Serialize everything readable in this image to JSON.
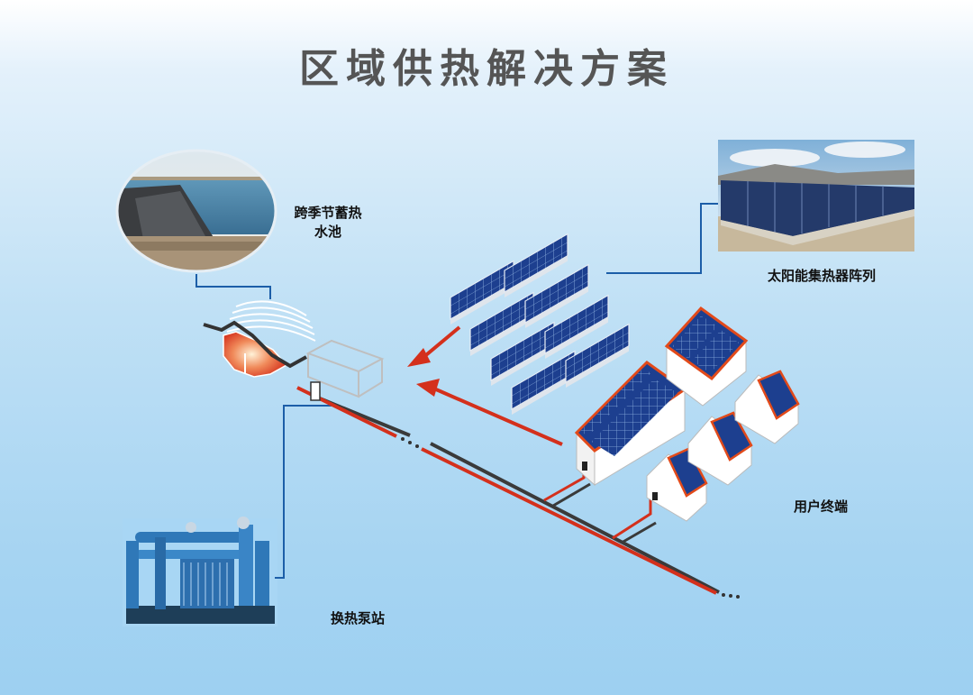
{
  "title": "区域供热解决方案",
  "labels": {
    "storage_pool_line1": "跨季节蓄热",
    "storage_pool_line2": "水池",
    "solar_array": "太阳能集热器阵列",
    "end_users": "用户终端",
    "heat_exchange_station": "换热泵站"
  },
  "colors": {
    "hot_pipe": "#d4301c",
    "cold_pipe": "#3a3a3a",
    "leader_line": "#1c5ea8",
    "panel": "#1d3f8f",
    "roof_edge": "#e24a1a"
  }
}
